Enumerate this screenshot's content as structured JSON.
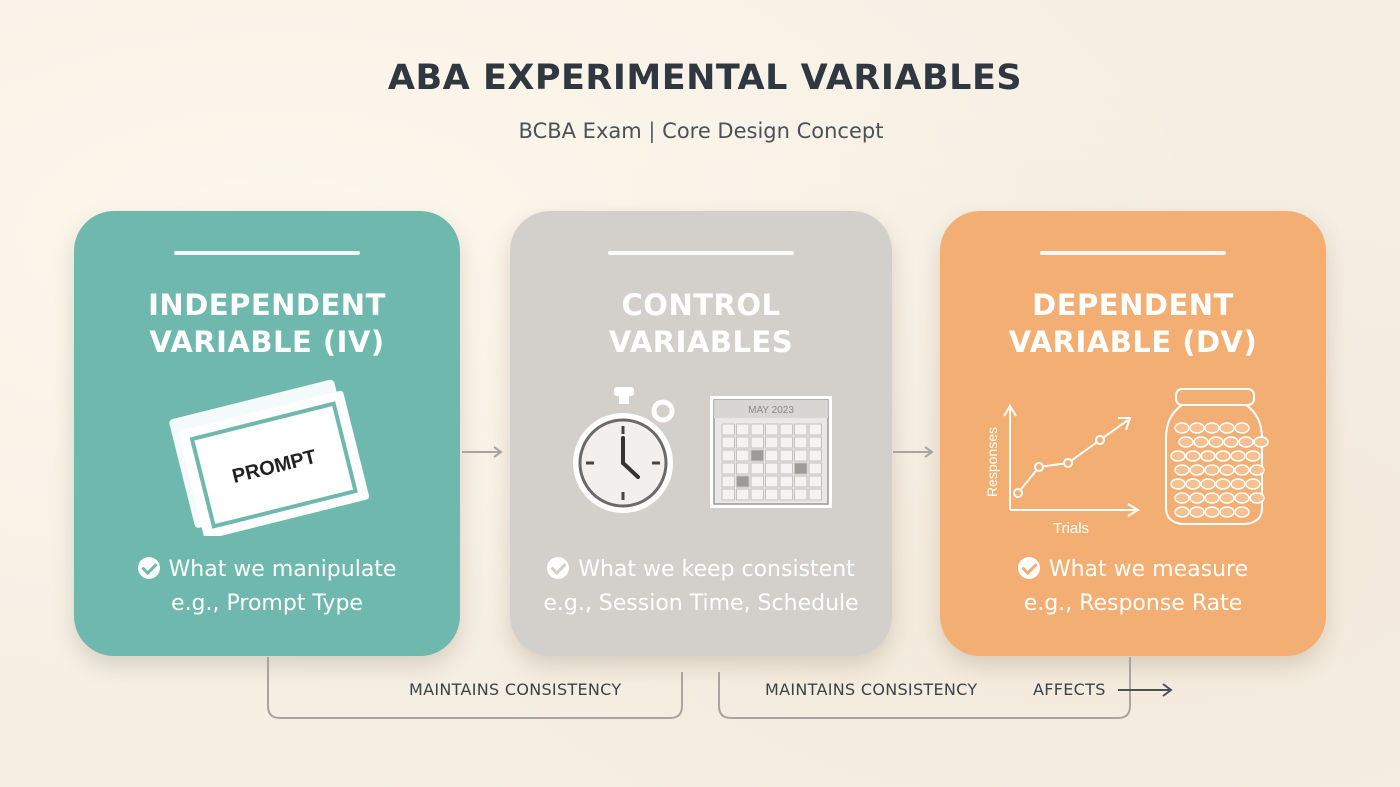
{
  "title": "ABA EXPERIMENTAL VARIABLES",
  "subtitle": {
    "left": "BCBA Exam",
    "separator": "|",
    "right": "Core Design Concept"
  },
  "cards": {
    "iv": {
      "heading_line1": "INDEPENDENT",
      "heading_line2": "VARIABLE (IV)",
      "illustration_text": "PROMPT",
      "icon": "prompt-card-icon",
      "desc_line1": "What we manipulate",
      "desc_line2": "e.g., Prompt Type",
      "color": "#6fb8ad"
    },
    "cv": {
      "heading_line1": "CONTROL",
      "heading_line2": "VARIABLES",
      "icons": [
        "stopwatch-icon",
        "calendar-icon"
      ],
      "calendar_header": "MAY 2023",
      "desc_line1": "What we keep consistent",
      "desc_line2": "e.g., Session Time, Schedule",
      "color": "#d3d0cb"
    },
    "dv": {
      "heading_line1": "DEPENDENT",
      "heading_line2": "VARIABLE (DV)",
      "icons": [
        "line-graph-icon",
        "token-jar-icon"
      ],
      "graph_ylabel": "Responses",
      "graph_xlabel": "Trials",
      "desc_line1": "What we measure",
      "desc_line2": "e.g., Response Rate",
      "color": "#f3ae74"
    }
  },
  "connectors": {
    "left_label": "MAINTAINS CONSISTENCY",
    "middle_label": "MAINTAINS CONSISTENCY",
    "right_label": "AFFECTS"
  },
  "colors": {
    "background": "#f6efe4",
    "text_dark": "#2f3840",
    "line": "#a8a5a0"
  }
}
